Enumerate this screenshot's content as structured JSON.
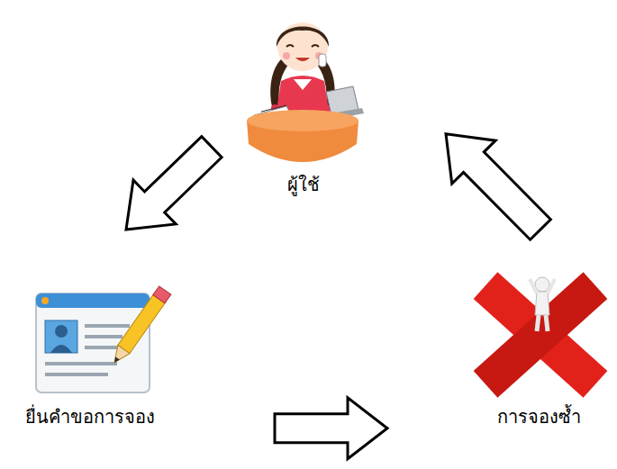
{
  "diagram": {
    "nodes": [
      {
        "text": [
          "ผู้ใช้"
        ]
      },
      {
        "text": [
          "ยื่นคำขอการจอง"
        ]
      },
      {
        "text": [
          "การจองซ้ำ"
        ]
      }
    ],
    "edges": [
      {
        "from": 0,
        "to": 1,
        "arrow": "to"
      },
      {
        "from": 1,
        "to": 2,
        "arrow": "to"
      },
      {
        "from": 2,
        "to": 0,
        "arrow": "to"
      }
    ]
  }
}
